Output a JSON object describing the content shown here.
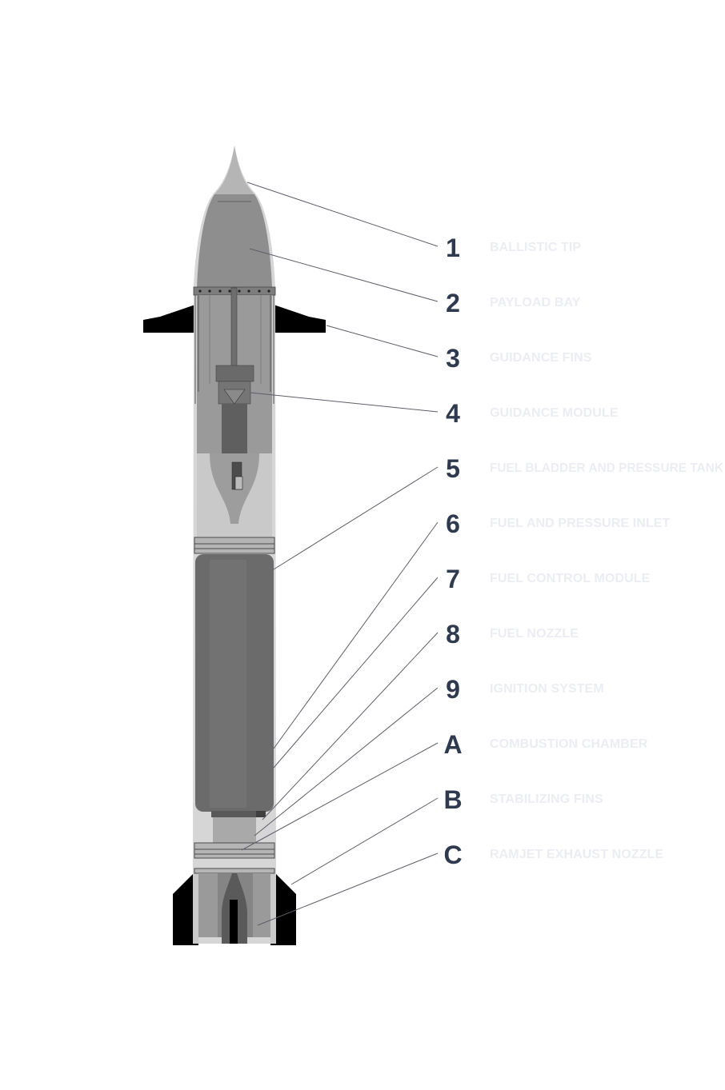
{
  "colors": {
    "leader_line": "#5c5f66",
    "number": "#2f3a4e",
    "label": "#ebedf2",
    "outer_shell": "#cfcfcf",
    "body_grey": "#8f8f8f",
    "tank_grey": "#6b6b6b",
    "fins": "#000000"
  },
  "callouts": [
    {
      "number": "1",
      "label": "BALLISTIC TIP"
    },
    {
      "number": "2",
      "label": "PAYLOAD BAY"
    },
    {
      "number": "3",
      "label": "GUIDANCE FINS"
    },
    {
      "number": "4",
      "label": "GUIDANCE MODULE"
    },
    {
      "number": "5",
      "label": "FUEL BLADDER AND PRESSURE TANK"
    },
    {
      "number": "6",
      "label": "FUEL AND PRESSURE INLET"
    },
    {
      "number": "7",
      "label": "FUEL CONTROL MODULE"
    },
    {
      "number": "8",
      "label": "FUEL NOZZLE"
    },
    {
      "number": "9",
      "label": "IGNITION SYSTEM"
    },
    {
      "number": "A",
      "label": "COMBUSTION CHAMBER"
    },
    {
      "number": "B",
      "label": "STABILIZING FINS"
    },
    {
      "number": "C",
      "label": "RAMJET EXHAUST NOZZLE"
    }
  ]
}
